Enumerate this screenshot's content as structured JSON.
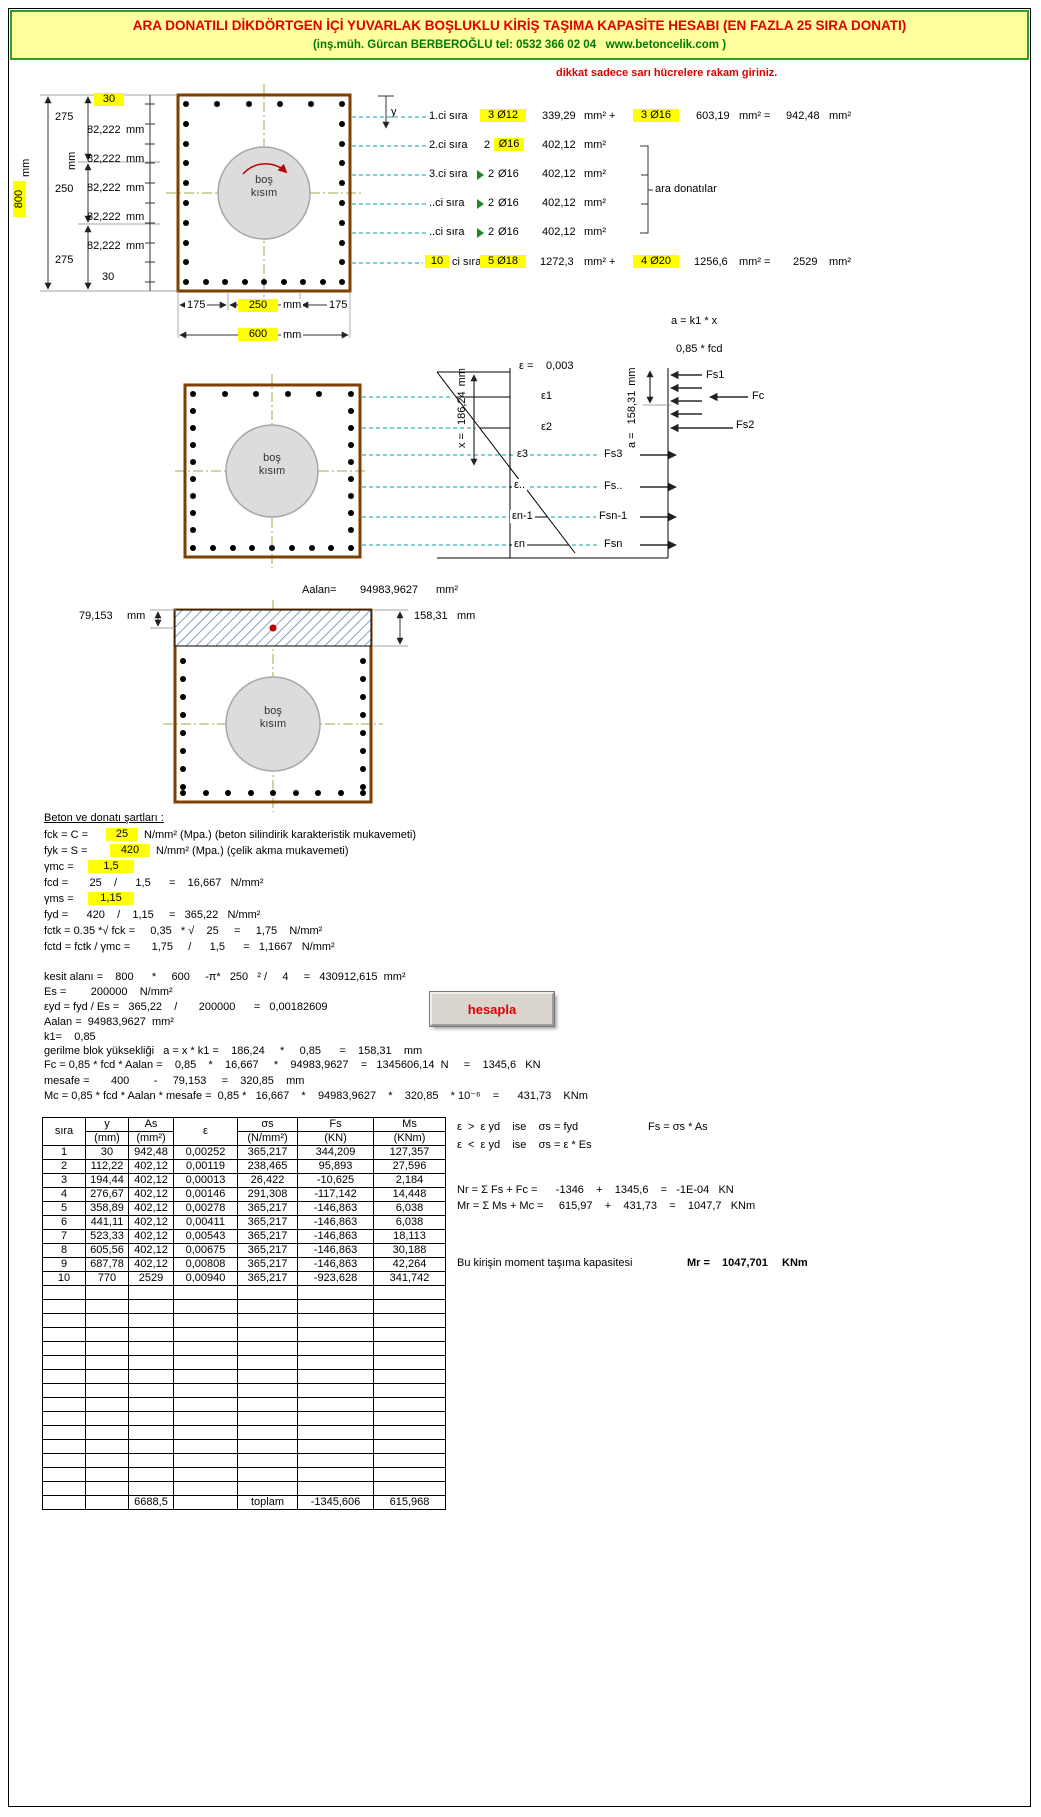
{
  "header": {
    "title": "ARA DONATILI DİKDÖRTGEN İÇİ YUVARLAK BOŞLUKLU KİRİŞ TAŞIMA KAPASİTE HESABI (EN FAZLA 25 SIRA DONATI)",
    "subtitle": "(inş.müh. Gürcan BERBEROĞLU tel: 0532 366 02 04   www.betoncelik.com )",
    "warning": "dikkat sadece sarı hücrelere rakam giriniz."
  },
  "units": {
    "mm": "mm",
    "mm2": "mm²"
  },
  "sec1": {
    "height_total": "800",
    "h_top": "275",
    "h_mid": "250",
    "h_bot": "275",
    "cover_top": "30",
    "cover_bot": "30",
    "spacing": "82,222",
    "bot_left": "175",
    "bot_mid": "250",
    "bot_right": "175",
    "width_total": "600",
    "y_axis": "y",
    "hole": "boş\nkısım",
    "ara_label": "ara donatılar",
    "rows": [
      {
        "label": "1.ci sıra",
        "g1": "3 Ø12",
        "a1": "339,29",
        "u1": "mm² +",
        "g2": "3 Ø16",
        "a2": "603,19",
        "u2": "mm² =",
        "tot": "942,48",
        "u3": "mm²"
      },
      {
        "label": "2.ci sıra",
        "qty": "2",
        "size": "Ø16",
        "a1": "402,12",
        "u1": "mm²"
      },
      {
        "label": "3.ci sıra",
        "qty": "2",
        "size": "Ø16",
        "a1": "402,12",
        "u1": "mm²"
      },
      {
        "label": "..ci sıra",
        "qty": "2",
        "size": "Ø16",
        "a1": "402,12",
        "u1": "mm²"
      },
      {
        "label": "..ci sıra",
        "qty": "2",
        "size": "Ø16",
        "a1": "402,12",
        "u1": "mm²"
      },
      {
        "num": "10",
        "label": "ci sıra",
        "g1": "5 Ø18",
        "a1": "1272,3",
        "u1": "mm² +",
        "g2": "4 Ø20",
        "a2": "1256,6",
        "u2": "mm² =",
        "tot": "2529",
        "u3": "mm²"
      }
    ]
  },
  "sec2": {
    "eps0_label": "ε =",
    "eps0": "0,003",
    "eps1": "ε1",
    "eps2": "ε2",
    "eps3": "ε3",
    "epsd": "ε..",
    "epsn1": "εn-1",
    "epsn": "εn",
    "x_label": "x =",
    "x_val": "186,24",
    "a_label": "a =",
    "a_val": "158,31",
    "a_eq": "a = k1 * x",
    "fcd_eq": "0,85 * fcd",
    "fs1": "Fs1",
    "fc": "Fc",
    "fs2": "Fs2",
    "fs3": "Fs3",
    "fsd": "Fs..",
    "fsn1": "Fsn-1",
    "fsn": "Fsn",
    "hole": "boş\nkısım"
  },
  "sec3": {
    "aalan_label": "Aalan=",
    "aalan_val": "94983,9627",
    "aalan_unit": "mm²",
    "left_dim": "79,153",
    "right_dim": "158,31",
    "hole": "boş\nkısım"
  },
  "formulas": {
    "heading": "Beton ve donatı şartları :",
    "fck_pre": "fck = C =",
    "fck_val": "25",
    "fck_post": "N/mm² (Mpa.) (beton silindirik karakteristik mukavemeti)",
    "fyk_pre": "fyk = S =",
    "fyk_val": "420",
    "fyk_post": "N/mm² (Mpa.) (çelik akma mukavemeti)",
    "gmc_pre": "γmc =",
    "gmc_val": "1,5",
    "fcd_line": "fcd =       25    /      1,5      =    16,667   N/mm²",
    "gms_pre": "γms =",
    "gms_val": "1,15",
    "fyd_line": "fyd =      420    /    1,15     =   365,22   N/mm²",
    "fctk_line": "fctk = 0.35 *√ fck =     0,35   * √    25     =     1,75    N/mm²",
    "fctd_line": "fctd = fctk / γmc =       1,75     /      1,5      =   1,1667   N/mm²",
    "kesit_line": "kesit alanı =    800      *     600     -π*   250   ² /     4     =   430912,615  mm²",
    "es_line": "Es =        200000    N/mm²",
    "eyd_line": "εyd = fyd / Es =   365,22    /       200000      =   0,00182609",
    "aalan_line": "Aalan =  94983,9627  mm²",
    "k1_line": "k1=    0,85",
    "gerilme_line": "gerilme blok yüksekliği   a = x * k1 =    186,24     *     0,85      =    158,31    mm",
    "fc_line": "Fc = 0,85 * fcd * Aalan =    0,85    *    16,667     *    94983,9627    =   1345606,14  N     =    1345,6   KN",
    "mesafe_line": "mesafe =       400        -     79,153     =    320,85    mm",
    "mc_line": "Mc = 0,85 * fcd * Aalan * mesafe =  0,85 *   16,667    *    94983,9627    *    320,85    * 10⁻⁶    =      431,73    KNm"
  },
  "button": {
    "label": "hesapla"
  },
  "table": {
    "h": {
      "sira": "sıra",
      "y": "y",
      "y_u": "(mm)",
      "as": "As",
      "as_u": "(mm²)",
      "eps": "ε",
      "sigma": "σs",
      "sigma_u": "(N/mm²)",
      "fs": "Fs",
      "fs_u": "(KN)",
      "ms": "Ms",
      "ms_u": "(KNm)"
    },
    "rows": [
      [
        "1",
        "30",
        "942,48",
        "0,00252",
        "365,217",
        "344,209",
        "127,357"
      ],
      [
        "2",
        "112,22",
        "402,12",
        "0,00119",
        "238,465",
        "95,893",
        "27,596"
      ],
      [
        "3",
        "194,44",
        "402,12",
        "0,00013",
        "26,422",
        "-10,625",
        "2,184"
      ],
      [
        "4",
        "276,67",
        "402,12",
        "0,00146",
        "291,308",
        "-117,142",
        "14,448"
      ],
      [
        "5",
        "358,89",
        "402,12",
        "0,00278",
        "365,217",
        "-146,863",
        "6,038"
      ],
      [
        "6",
        "441,11",
        "402,12",
        "0,00411",
        "365,217",
        "-146,863",
        "6,038"
      ],
      [
        "7",
        "523,33",
        "402,12",
        "0,00543",
        "365,217",
        "-146,863",
        "18,113"
      ],
      [
        "8",
        "605,56",
        "402,12",
        "0,00675",
        "365,217",
        "-146,863",
        "30,188"
      ],
      [
        "9",
        "687,78",
        "402,12",
        "0,00808",
        "365,217",
        "-146,863",
        "42,264"
      ],
      [
        "10",
        "770",
        "2529",
        "0,00940",
        "365,217",
        "-923,628",
        "341,742"
      ]
    ],
    "empty_rows": 15,
    "footer": [
      "",
      "",
      "6688,5",
      "",
      "toplam",
      "-1345,606",
      "615,968"
    ]
  },
  "notes": {
    "cond1": "ε  >  ε yd    ise    σs = fyd",
    "cond1b": "Fs = σs * As",
    "cond2": "ε  <  ε yd    ise    σs = ε * Es",
    "nr_line": "Nr = Σ Fs + Fc =      -1346    +    1345,6    =   -1E-04   KN",
    "mr_line": "Mr = Σ Ms + Mc =     615,97    +    431,73    =    1047,7   KNm",
    "capacity_label": "Bu kirişin moment taşıma kapasitesi",
    "capacity_mr": "Mr =",
    "capacity_val": "1047,701",
    "capacity_unit": "KNm"
  }
}
